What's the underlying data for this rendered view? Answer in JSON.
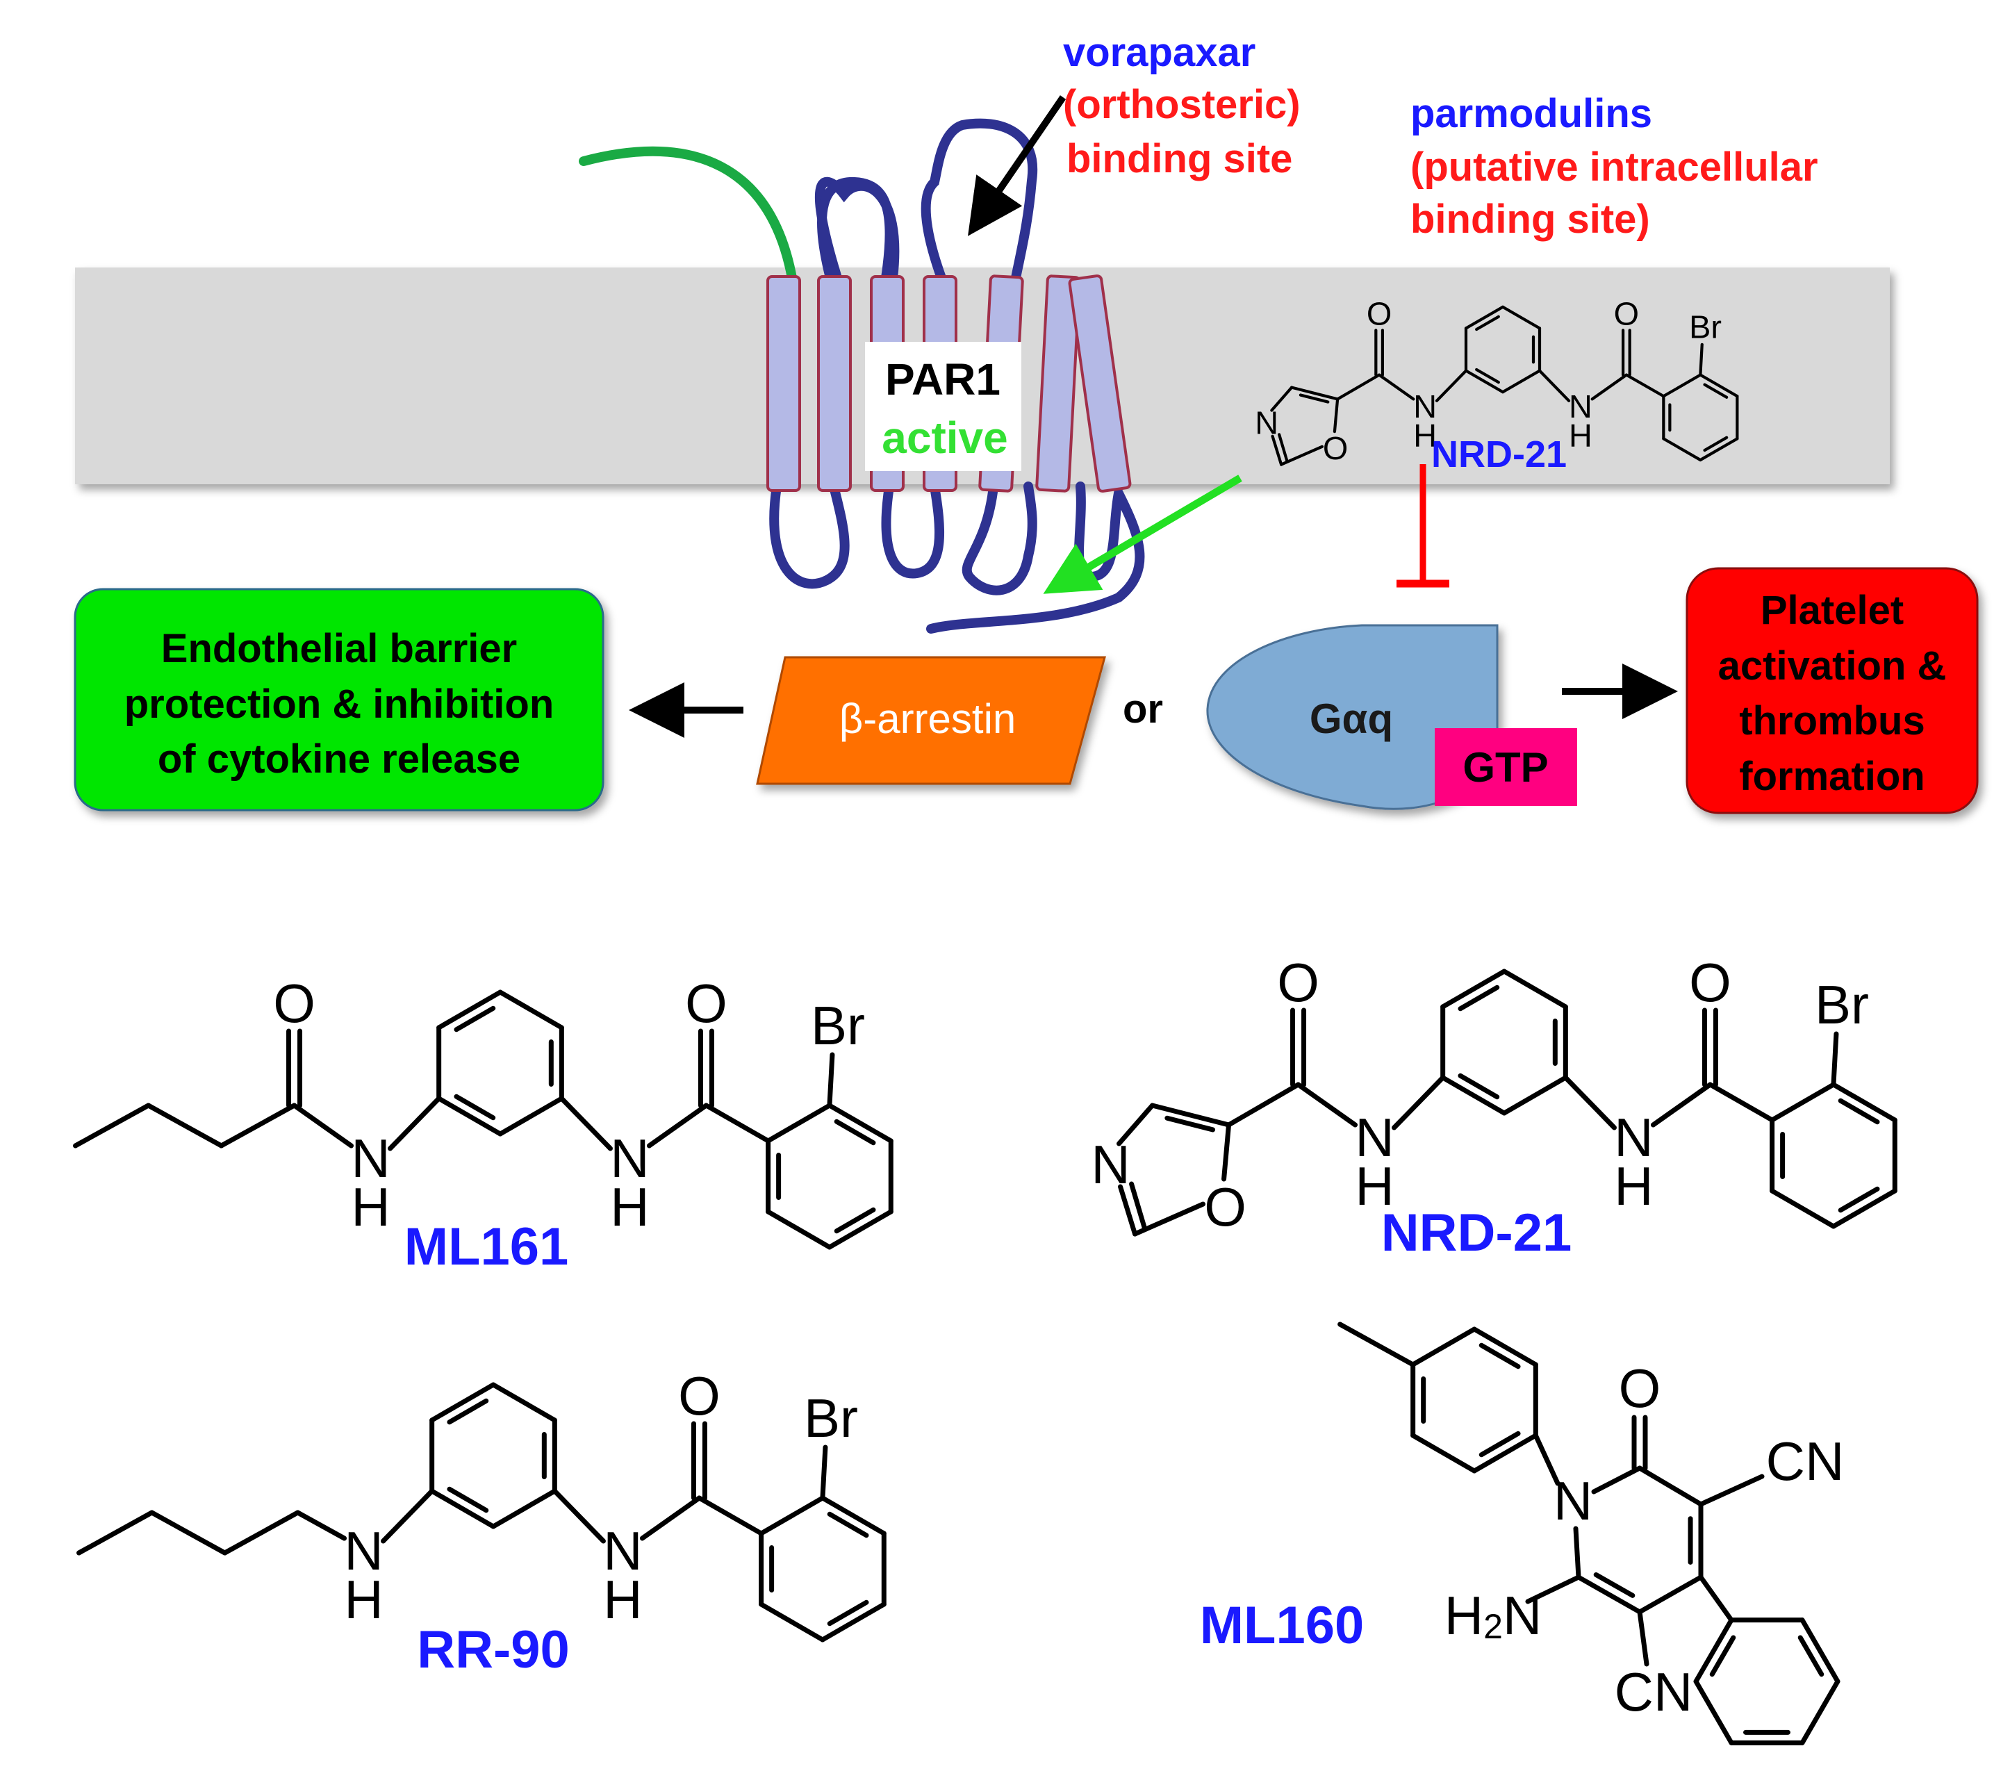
{
  "top_panel": {
    "vorapaxar_label": "vorapaxar",
    "vorapaxar_site_line1": "(orthosteric)",
    "vorapaxar_site_line2": "binding site",
    "parmodulins_label": "parmodulins",
    "parmodulins_site_line1": "(putative intracellular",
    "parmodulins_site_line2": "binding site)",
    "par1_label": "PAR1",
    "par1_state": "active",
    "nrd21_label": "NRD-21",
    "beta_arrestin_label": "β-arrestin",
    "or_label": "or",
    "gaq_label": "Gαq",
    "gtp_label": "GTP",
    "green_box_lines": [
      "Endothelial barrier",
      "protection & inhibition",
      "of cytokine release"
    ],
    "red_box_lines": [
      "Platelet",
      "activation &",
      "thrombus",
      "formation"
    ]
  },
  "compounds": {
    "ml161": "ML161",
    "nrd21": "NRD-21",
    "rr90": "RR-90",
    "ml160": "ML160"
  },
  "atoms": {
    "O": "O",
    "N": "N",
    "H": "H",
    "Br": "Br",
    "CN": "CN",
    "NH2_H": "H",
    "NH2_sub": "2",
    "NH2_N": "N"
  },
  "colors": {
    "blue_label": "#1a1aff",
    "red_label": "#ff1a1a",
    "green_bg": "#00e600",
    "red_bg": "#ff0000",
    "orange": "#ff7000",
    "gaq_blue": "#7fabd4",
    "gtp_pink": "#ff0080",
    "membrane": "#d9d9d9",
    "loop_blue": "#2e3291",
    "n_terminus_green": "#1aaa44",
    "arrow_green": "#22e022",
    "inhibit_red": "#ff0000"
  }
}
